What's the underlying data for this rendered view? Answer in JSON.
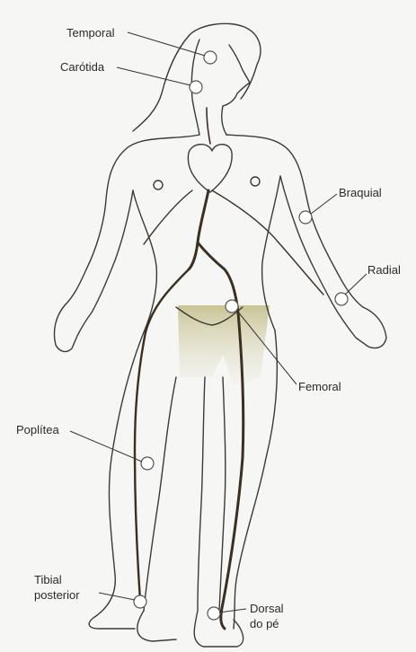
{
  "labels": {
    "temporal": "Temporal",
    "carotida": "Carótida",
    "braquial": "Braquial",
    "radial": "Radial",
    "femoral": "Femoral",
    "poplitea": "Poplítea",
    "tibial_line1": "Tibial",
    "tibial_line2": "posterior",
    "dorsal_line1": "Dorsal",
    "dorsal_line2": "do pé"
  },
  "colors": {
    "artery": "#3b2f22",
    "outline": "#3a3a3a",
    "pulse_point": "#ffffff",
    "shading": "#c9c39a",
    "background": "#f6f6f4"
  }
}
